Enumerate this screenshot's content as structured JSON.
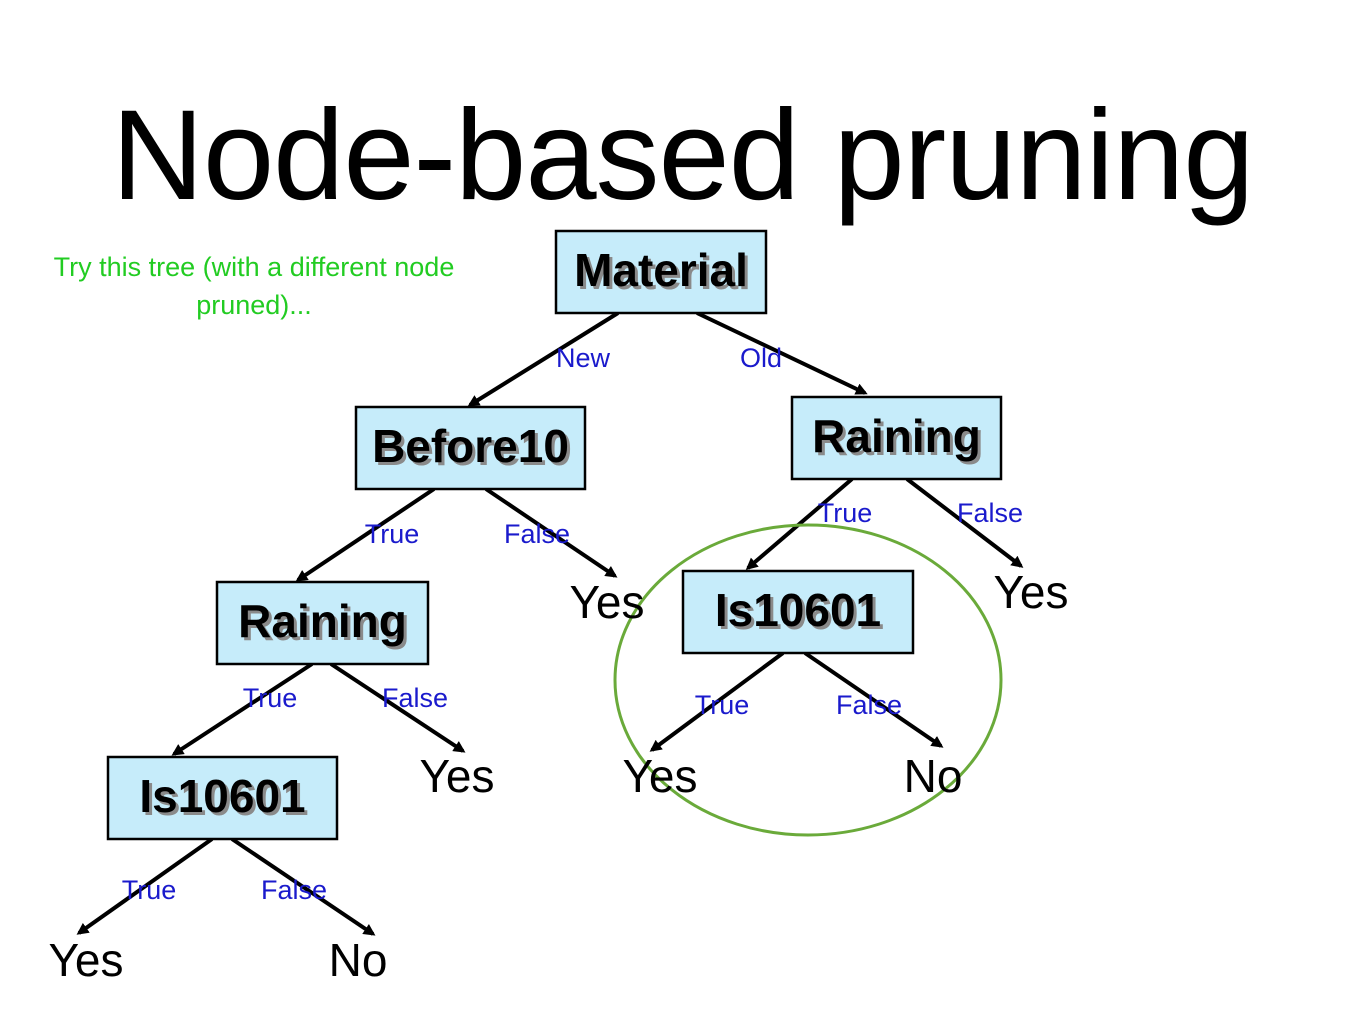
{
  "title": "Node-based pruning",
  "note": "Try this tree (with a different node pruned)...",
  "highlight_color": "#6aaa3a",
  "nodes": [
    {
      "id": "material",
      "label": "Material"
    },
    {
      "id": "before10",
      "label": "Before10"
    },
    {
      "id": "raining-right",
      "label": "Raining"
    },
    {
      "id": "raining-left",
      "label": "Raining"
    },
    {
      "id": "is10601-right",
      "label": "Is10601"
    },
    {
      "id": "is10601-left",
      "label": "Is10601"
    }
  ],
  "leaves": [
    {
      "id": "leaf-before10-false",
      "label": "Yes"
    },
    {
      "id": "leaf-raining-right-false",
      "label": "Yes"
    },
    {
      "id": "leaf-raining-left-false",
      "label": "Yes"
    },
    {
      "id": "leaf-is10601-right-true",
      "label": "Yes"
    },
    {
      "id": "leaf-is10601-right-false",
      "label": "No"
    },
    {
      "id": "leaf-is10601-left-true",
      "label": "Yes"
    },
    {
      "id": "leaf-is10601-left-false",
      "label": "No"
    }
  ],
  "edges": [
    {
      "from": "material",
      "to": "before10",
      "label": "New"
    },
    {
      "from": "material",
      "to": "raining-right",
      "label": "Old"
    },
    {
      "from": "before10",
      "to": "raining-left",
      "label": "True"
    },
    {
      "from": "before10",
      "to": "leaf-before10-false",
      "label": "False"
    },
    {
      "from": "raining-right",
      "to": "is10601-right",
      "label": "True"
    },
    {
      "from": "raining-right",
      "to": "leaf-raining-right-false",
      "label": "False"
    },
    {
      "from": "raining-left",
      "to": "is10601-left",
      "label": "True"
    },
    {
      "from": "raining-left",
      "to": "leaf-raining-left-false",
      "label": "False"
    },
    {
      "from": "is10601-right",
      "to": "leaf-is10601-right-true",
      "label": "True"
    },
    {
      "from": "is10601-right",
      "to": "leaf-is10601-right-false",
      "label": "False"
    },
    {
      "from": "is10601-left",
      "to": "leaf-is10601-left-true",
      "label": "True"
    },
    {
      "from": "is10601-left",
      "to": "leaf-is10601-left-false",
      "label": "False"
    }
  ]
}
